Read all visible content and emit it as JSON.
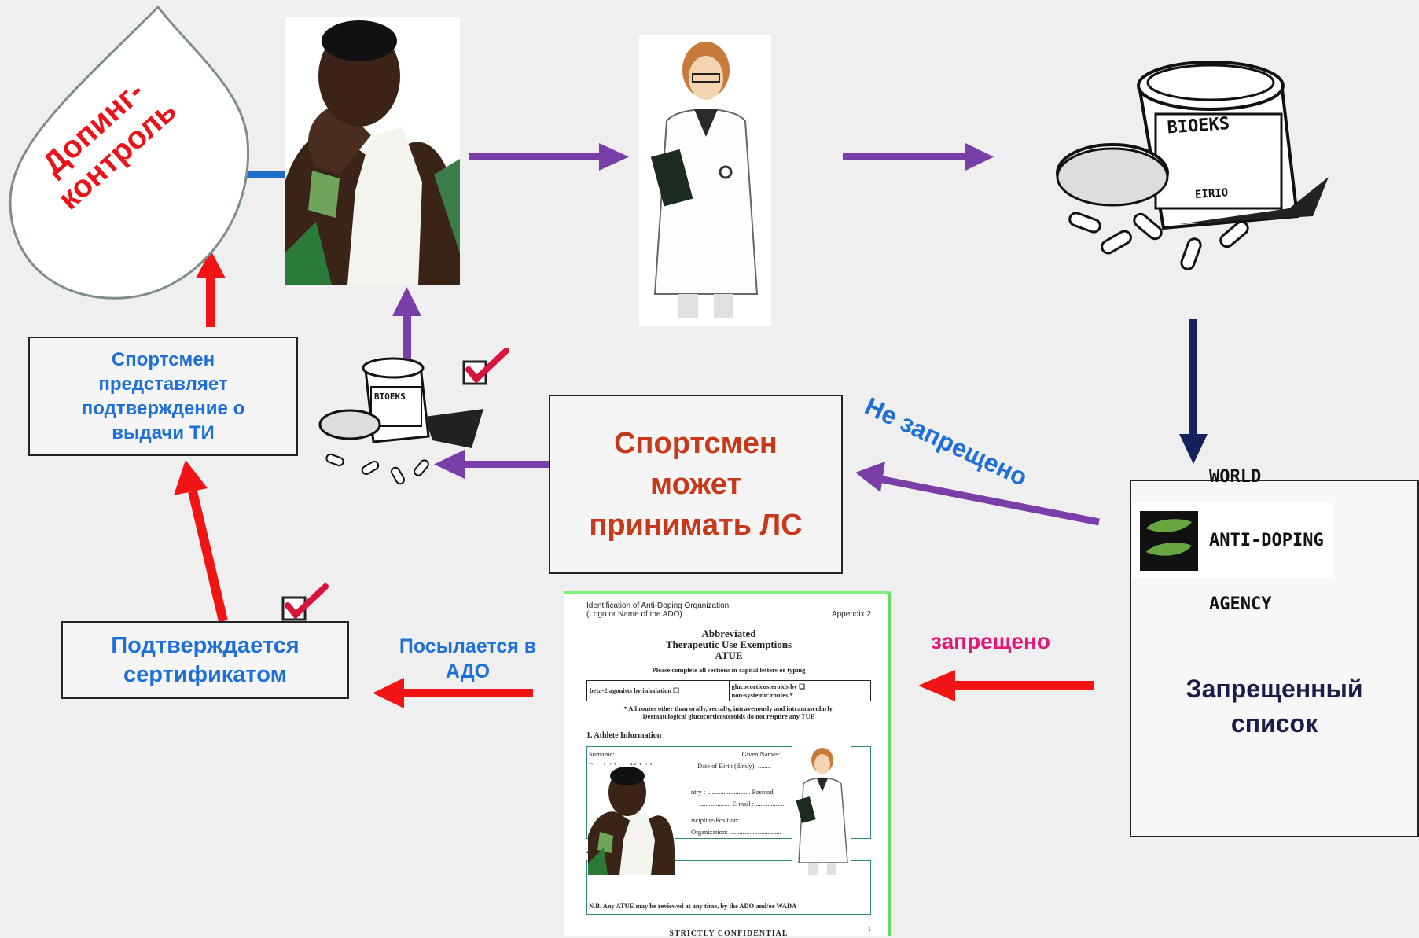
{
  "labels": {
    "doping_control": [
      "Допинг-",
      "контроль"
    ],
    "athlete_presents": "Спортсмен представляет подтверждение о выдачи ТИ",
    "confirmed_by_certificate": "Подтверждается сертификатом",
    "sent_to_ado": "Посылается в АДО",
    "athlete_may_take": "Спортсмен может принимать ЛС",
    "not_prohibited": "Не запрещено",
    "prohibited": "запрещено",
    "prohibited_list": "Запрещенный список"
  },
  "wada_logo": {
    "lines": [
      "WORLD",
      "ANTI-DOPING",
      "AGENCY"
    ]
  },
  "pill_bottle_label": "BIOEKS",
  "pill_bottle_label_bottom": "EIRIO",
  "atue_form": {
    "header_left": "Identification of Anti-Doping Organization",
    "header_left_sub": "(Logo or Name of the ADO)",
    "header_right": "Appendix 2",
    "title_1": "Abbreviated",
    "title_2": "Therapeutic Use Exemptions",
    "title_3": "ATUE",
    "instruction": "Please complete all sections in capital letters or typing",
    "cell_left": "beta-2 agonists by inhalation ❑",
    "cell_right_1": "glucocorticosteroids by ❑",
    "cell_right_2": "non-systemic routes *",
    "note_1": "* All routes other than orally, rectally, intravenously and intramuscularly.",
    "note_2": "Dermatological glucocorticosteroids do not require any TUE",
    "section_1": "1. Athlete Information",
    "surname": "Surname: ..........................................",
    "given_names": "Given Names: ...................",
    "female": "Female ❑",
    "male": "Male ❑",
    "dob": "Date of Birth (d/m/y): ........",
    "country": "ntry      : .......................... Postcod",
    "email": "................... E-mail : ..................",
    "discipline": "iscipline/Position: ..............................",
    "organization": "Organization: ...............................",
    "section_2": "2.",
    "nb": "N.B. Any ATUE may be reviewed at any time, by the ADO and/or WADA",
    "footer": "STRICTLY CONFIDENTIAL",
    "page_num": "1"
  },
  "colors": {
    "purple_arrow": "#7a3ea8",
    "red_arrow": "#f01414",
    "blue_arrow": "#1e6fc9",
    "navy_arrow": "#16205a",
    "doping_text": "#e8141a",
    "certificate_text": "#1f6fd8",
    "may_take_text": "#c8381a",
    "not_prohibited_text": "#1f6fd8",
    "prohibited_text": "#e0187a",
    "list_text": "#1c1c4a",
    "check_red": "#d8143a"
  }
}
